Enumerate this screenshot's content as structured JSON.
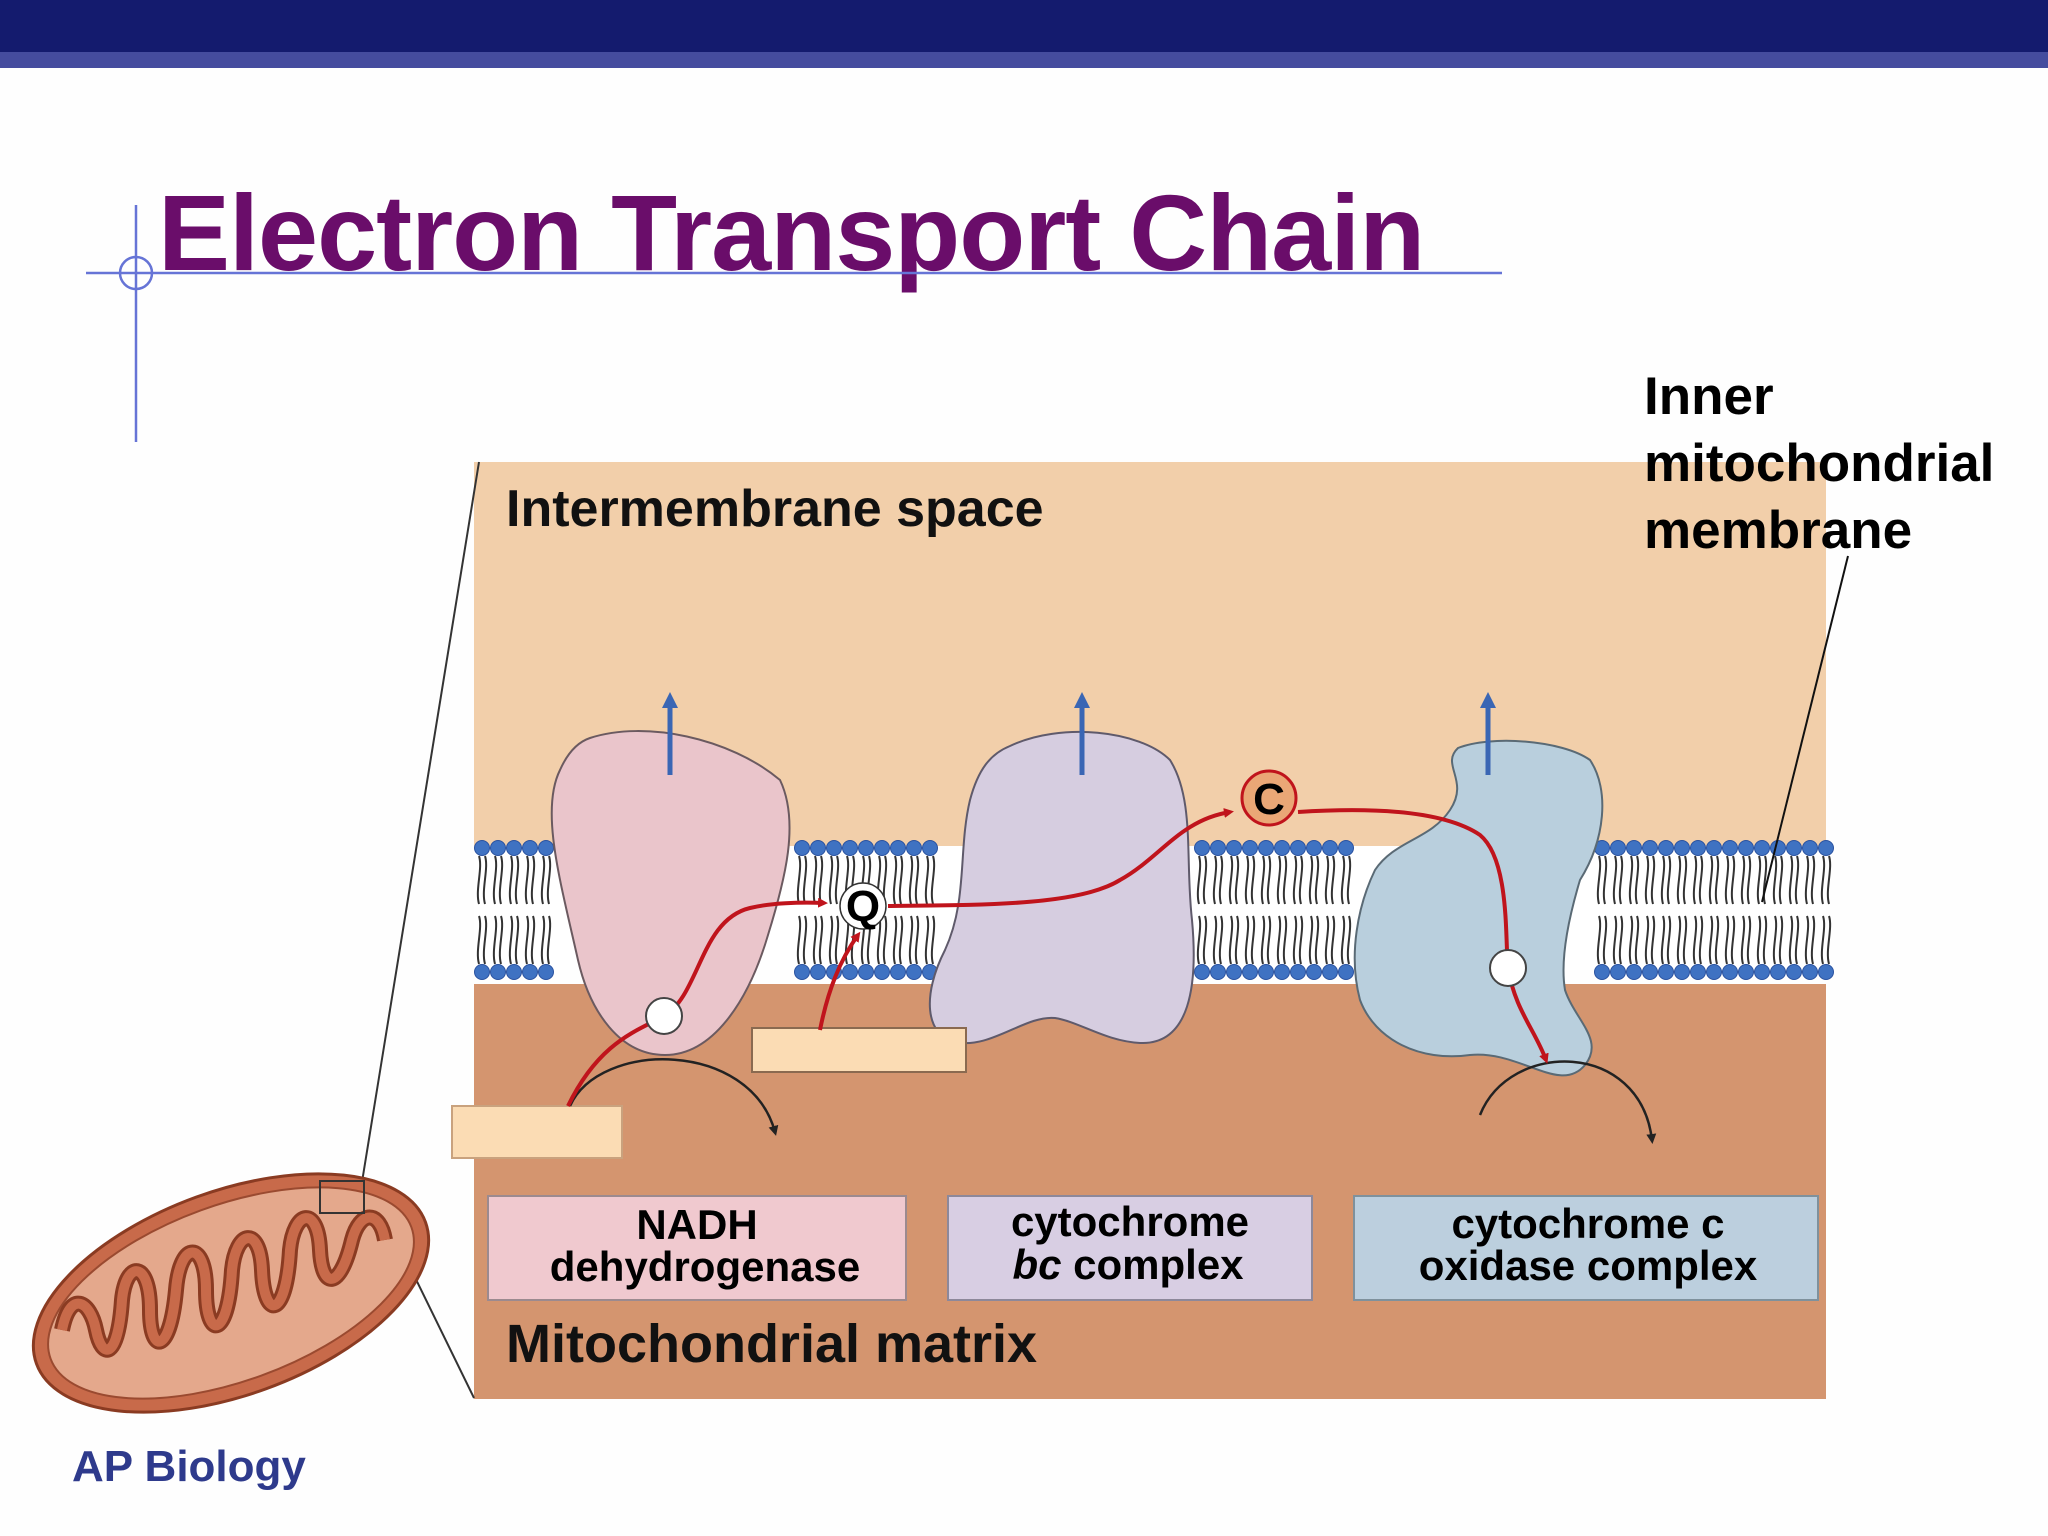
{
  "title": "Electron Transport Chain",
  "footer": "AP Biology",
  "labels": {
    "intermembrane": "Intermembrane space",
    "matrix": "Mitochondrial matrix",
    "inner_membrane": [
      "Inner",
      "mitochondrial",
      "membrane"
    ],
    "q": "Q",
    "c": "C"
  },
  "complexes": [
    {
      "id": "nadh",
      "lines": [
        "NADH",
        "dehydrogenase"
      ]
    },
    {
      "id": "bc",
      "lines": [
        "cytochrome",
        "bc complex"
      ]
    },
    {
      "id": "oxidase",
      "lines": [
        "cytochrome c",
        "oxidase complex"
      ]
    }
  ],
  "colors": {
    "title": "#6a0d6a",
    "header_bar": "#141b6e",
    "intermembrane": "#f2cfaa",
    "matrix": "#d4956f",
    "complex1": "#eac5cb",
    "complex3": "#d6cde0",
    "complex4": "#b9cfdd",
    "electron_path": "#c0141c",
    "proton_arrow": "#3a66b4",
    "lipid_head": "#3f72c2"
  }
}
